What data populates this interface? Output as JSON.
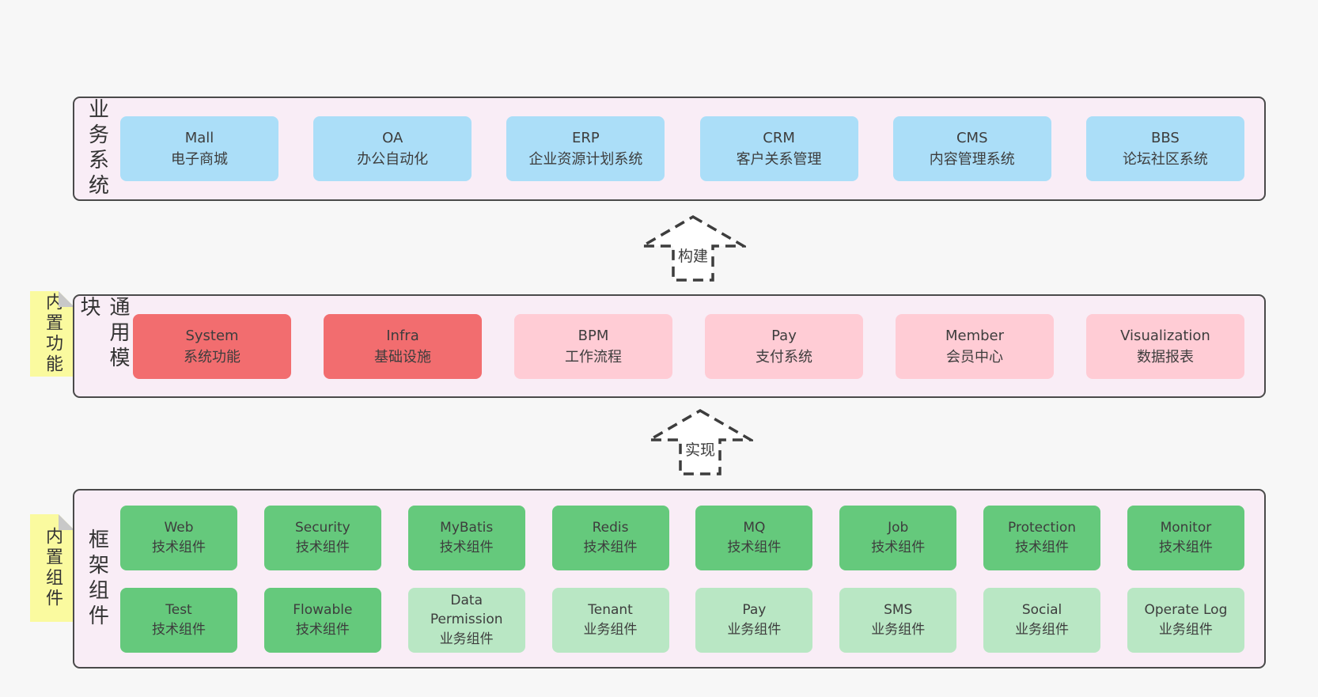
{
  "palette": {
    "page_bg": "#f7f7f7",
    "band_bg": "#f9edf6",
    "band_border": "#4a4a4a",
    "text": "#3d3d3d",
    "sticky_bg": "#fafa9f",
    "sticky_fold": "#c8c8c8",
    "arrow_stroke": "#3d3d3d",
    "blue": "#abdef8",
    "red": "#f26d6f",
    "pink": "#ffccd5",
    "green": "#65c97c",
    "lightgreen": "#b9e7c4"
  },
  "bands": [
    {
      "side_label": "业务系统",
      "boxes": [
        {
          "title": "Mall",
          "subtitle": "电子商城",
          "variant": "blue"
        },
        {
          "title": "OA",
          "subtitle": "办公自动化",
          "variant": "blue"
        },
        {
          "title": "ERP",
          "subtitle": "企业资源计划系统",
          "variant": "blue"
        },
        {
          "title": "CRM",
          "subtitle": "客户关系管理",
          "variant": "blue"
        },
        {
          "title": "CMS",
          "subtitle": "内容管理系统",
          "variant": "blue"
        },
        {
          "title": "BBS",
          "subtitle": "论坛社区系统",
          "variant": "blue"
        }
      ]
    },
    {
      "side_label": "通用模块",
      "sticky": "内置功能",
      "boxes": [
        {
          "title": "System",
          "subtitle": "系统功能",
          "variant": "red"
        },
        {
          "title": "Infra",
          "subtitle": "基础设施",
          "variant": "red"
        },
        {
          "title": "BPM",
          "subtitle": "工作流程",
          "variant": "pink"
        },
        {
          "title": "Pay",
          "subtitle": "支付系统",
          "variant": "pink"
        },
        {
          "title": "Member",
          "subtitle": "会员中心",
          "variant": "pink"
        },
        {
          "title": "Visualization",
          "subtitle": "数据报表",
          "variant": "pink"
        }
      ]
    },
    {
      "side_label": "框架组件",
      "sticky": "内置组件",
      "rows": [
        [
          {
            "title": "Web",
            "subtitle": "技术组件",
            "variant": "green"
          },
          {
            "title": "Security",
            "subtitle": "技术组件",
            "variant": "green"
          },
          {
            "title": "MyBatis",
            "subtitle": "技术组件",
            "variant": "green"
          },
          {
            "title": "Redis",
            "subtitle": "技术组件",
            "variant": "green"
          },
          {
            "title": "MQ",
            "subtitle": "技术组件",
            "variant": "green"
          },
          {
            "title": "Job",
            "subtitle": "技术组件",
            "variant": "green"
          },
          {
            "title": "Protection",
            "subtitle": "技术组件",
            "variant": "green"
          },
          {
            "title": "Monitor",
            "subtitle": "技术组件",
            "variant": "green"
          }
        ],
        [
          {
            "title": "Test",
            "subtitle": "技术组件",
            "variant": "green"
          },
          {
            "title": "Flowable",
            "subtitle": "技术组件",
            "variant": "green"
          },
          {
            "title": "Data Permission",
            "subtitle": "业务组件",
            "variant": "lightgreen"
          },
          {
            "title": "Tenant",
            "subtitle": "业务组件",
            "variant": "lightgreen"
          },
          {
            "title": "Pay",
            "subtitle": "业务组件",
            "variant": "lightgreen"
          },
          {
            "title": "SMS",
            "subtitle": "业务组件",
            "variant": "lightgreen"
          },
          {
            "title": "Social",
            "subtitle": "业务组件",
            "variant": "lightgreen"
          },
          {
            "title": "Operate Log",
            "subtitle": "业务组件",
            "variant": "lightgreen"
          }
        ]
      ]
    }
  ],
  "arrows": [
    {
      "label": "构建"
    },
    {
      "label": "实现"
    }
  ]
}
